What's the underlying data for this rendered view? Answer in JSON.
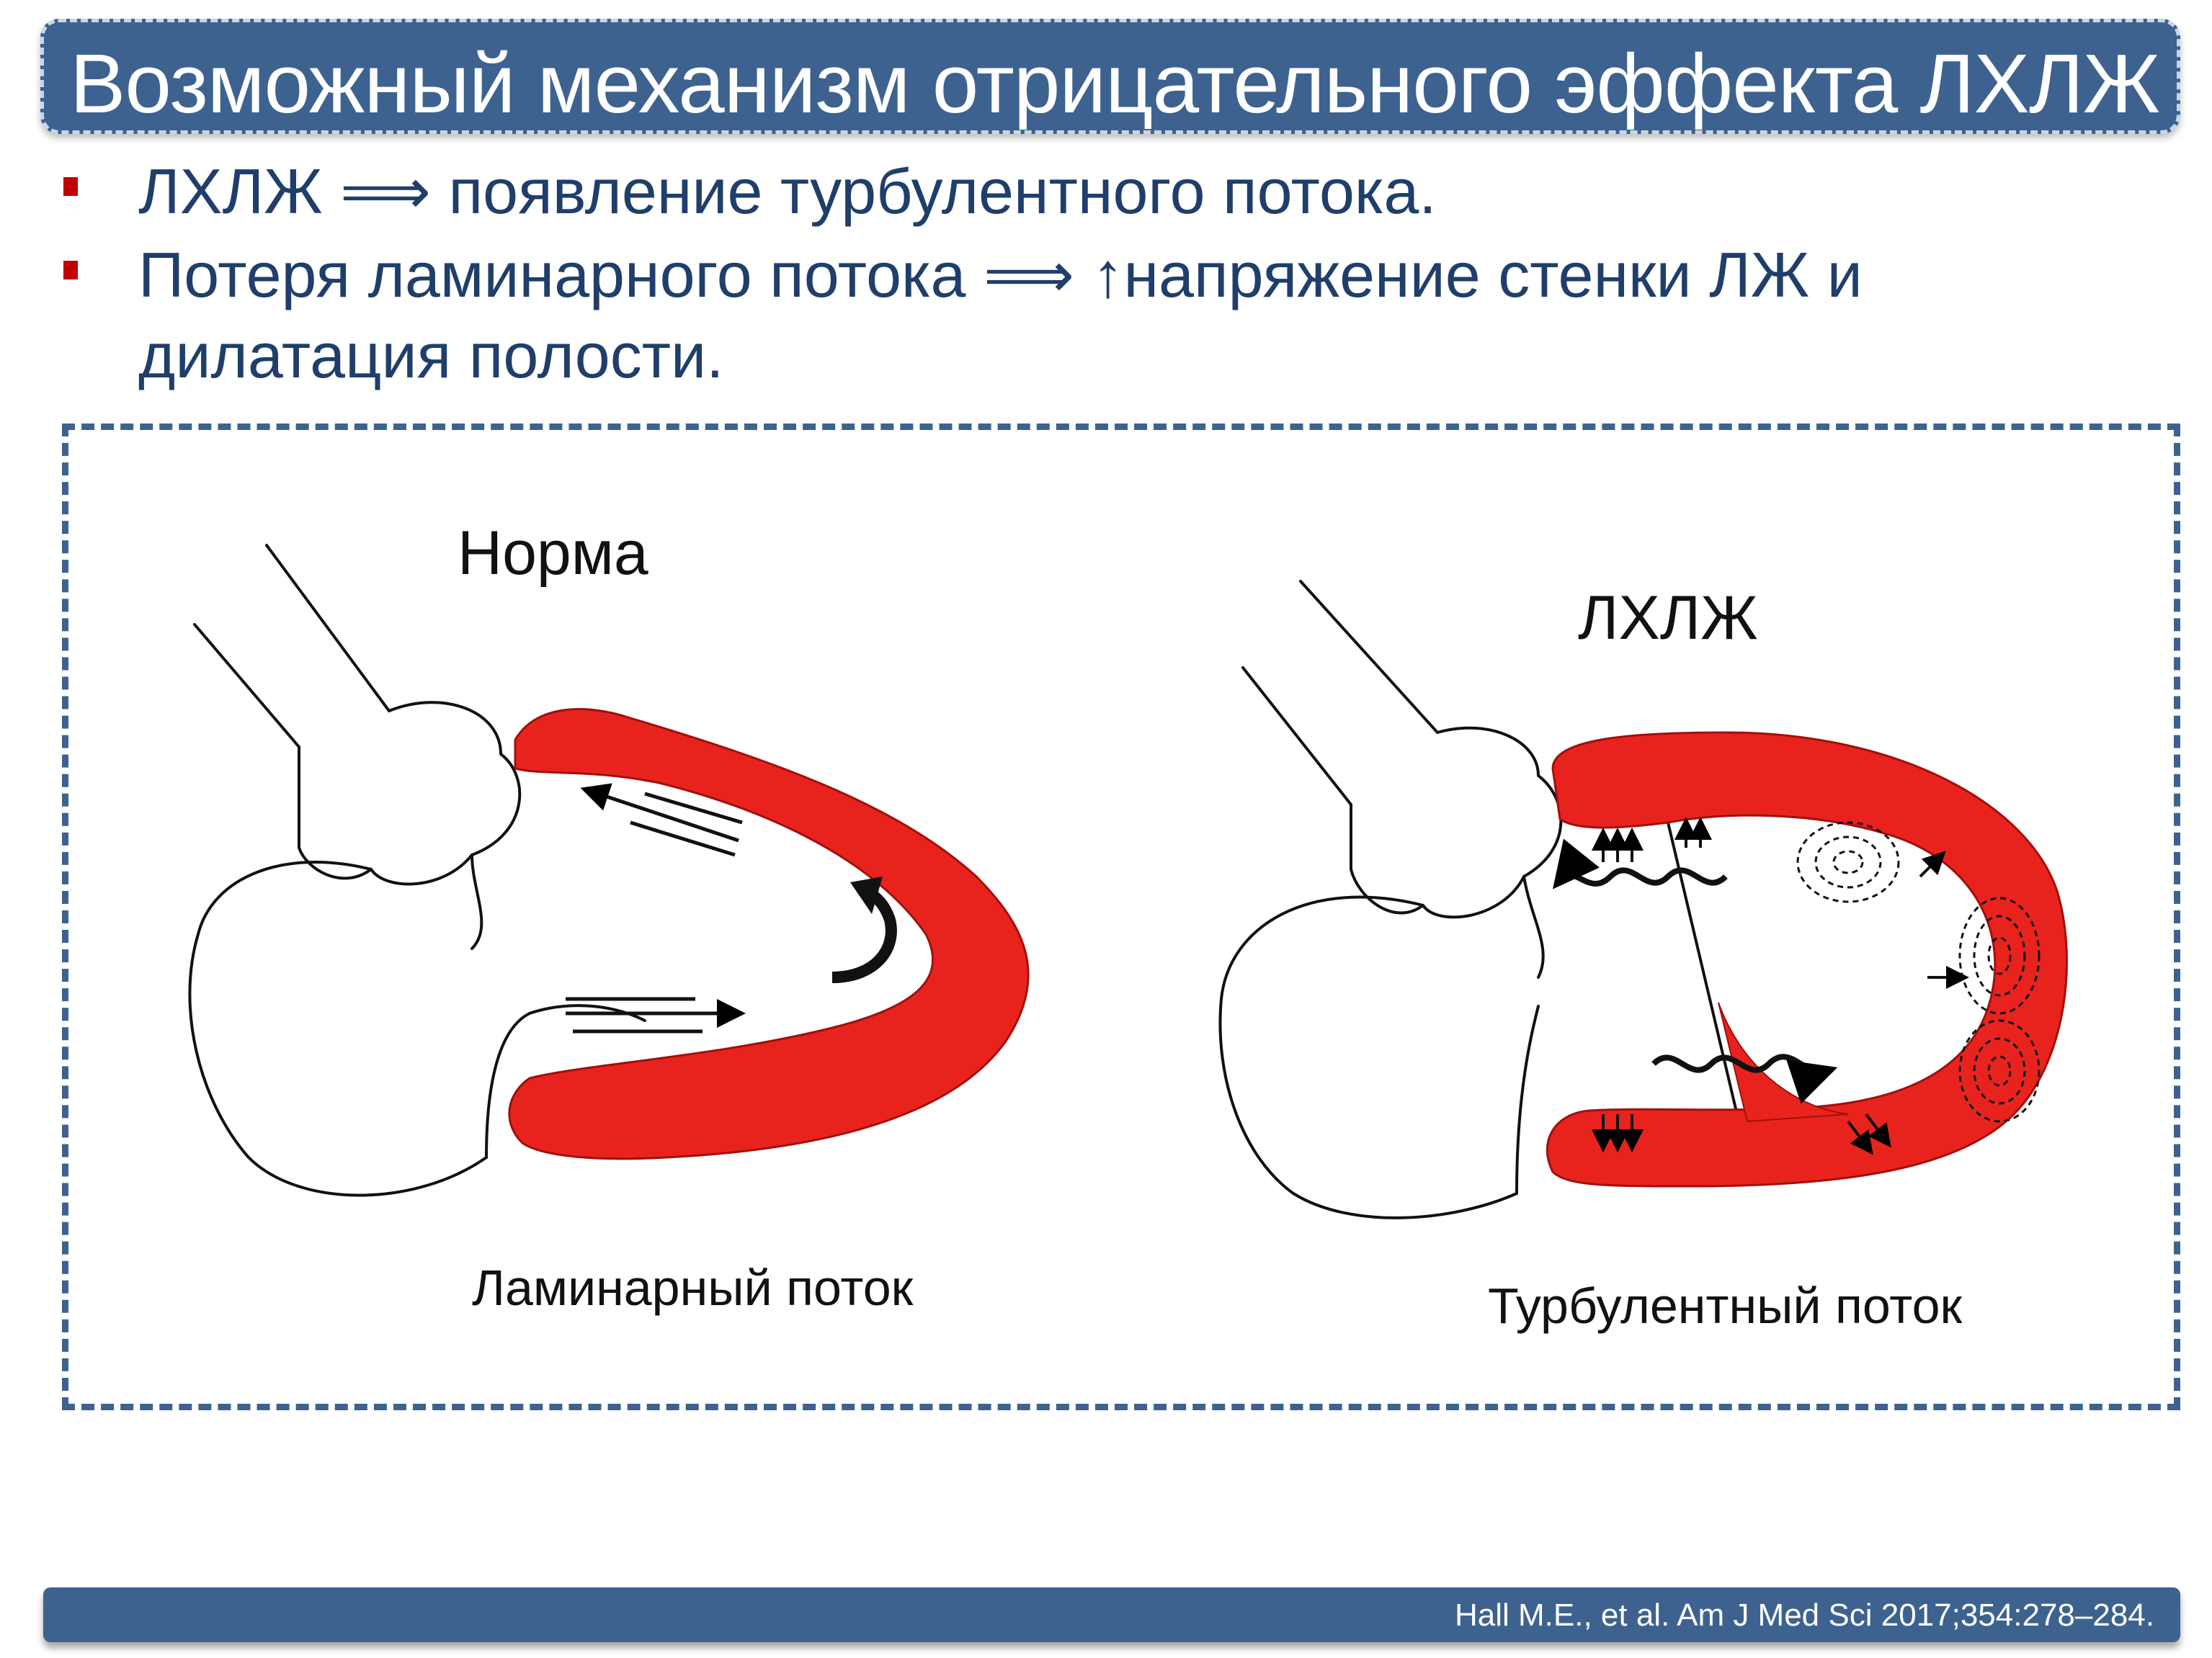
{
  "title": "Возможный механизм отрицательного эффекта ЛХЛЖ",
  "bullets": [
    "ЛХЛЖ ⟹ появление турбулентного потока.",
    "Потеря ламинарного потока ⟹ ↑напряжение стенки ЛЖ и дилатация полости."
  ],
  "figure": {
    "left_panel": {
      "heading": "Норма",
      "caption": "Ламинарный поток"
    },
    "right_panel": {
      "heading": "ЛХЛЖ",
      "caption": "Турбулентный поток"
    }
  },
  "reference": "Hall M.E., et al.  Am J Med Sci 2017;354:278–284.",
  "colors": {
    "accent": "#3d6290",
    "myocardium": "#e8231d",
    "bullet_marker": "#c00000",
    "text": "#1f3e6b"
  }
}
